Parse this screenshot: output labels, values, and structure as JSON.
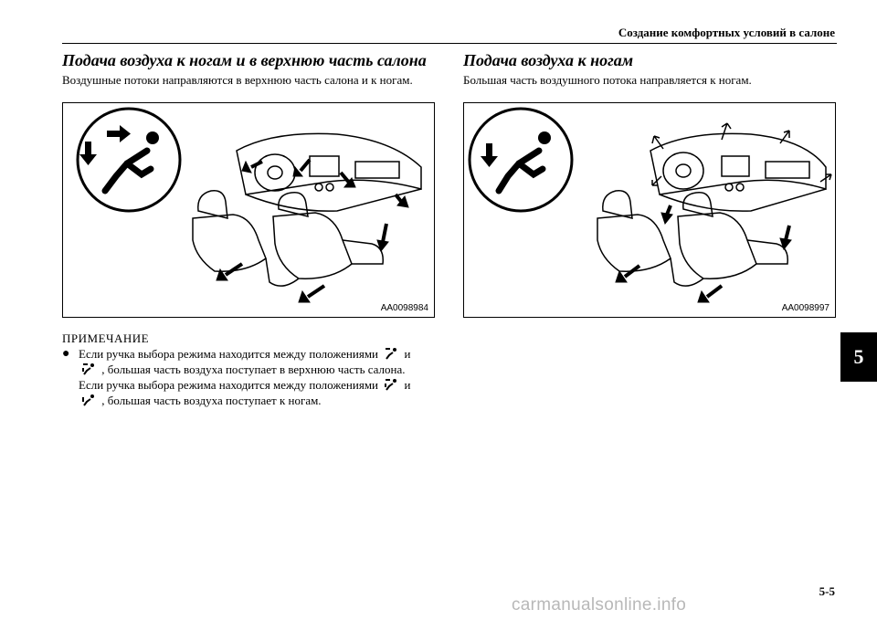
{
  "header": {
    "title": "Создание комфортных условий в салоне"
  },
  "left_section": {
    "title": "Подача воздуха к ногам и в верхнюю часть салона",
    "text": "Воздушные потоки направляются в верхнюю часть салона и к ногам.",
    "figure_code": "AA0098984",
    "icon": "foot-and-face-airflow-icon"
  },
  "right_section": {
    "title": "Подача воздуха к ногам",
    "text": "Большая часть воздушного потока направляется к ногам.",
    "figure_code": "AA0098997",
    "icon": "foot-airflow-icon"
  },
  "note": {
    "heading": "ПРИМЕЧАНИЕ",
    "line1_a": "Если ручка выбора режима находится между положениями",
    "line1_b": "и",
    "line2": ", большая часть воздуха поступает в верхнюю часть салона.",
    "line3_a": "Если ручка выбора режима находится между положениями",
    "line3_b": "и",
    "line4": ", большая часть воздуха поступает к ногам."
  },
  "chapter_tab": "5",
  "page_number": "5-5",
  "watermark": "carmanualsonline.info"
}
